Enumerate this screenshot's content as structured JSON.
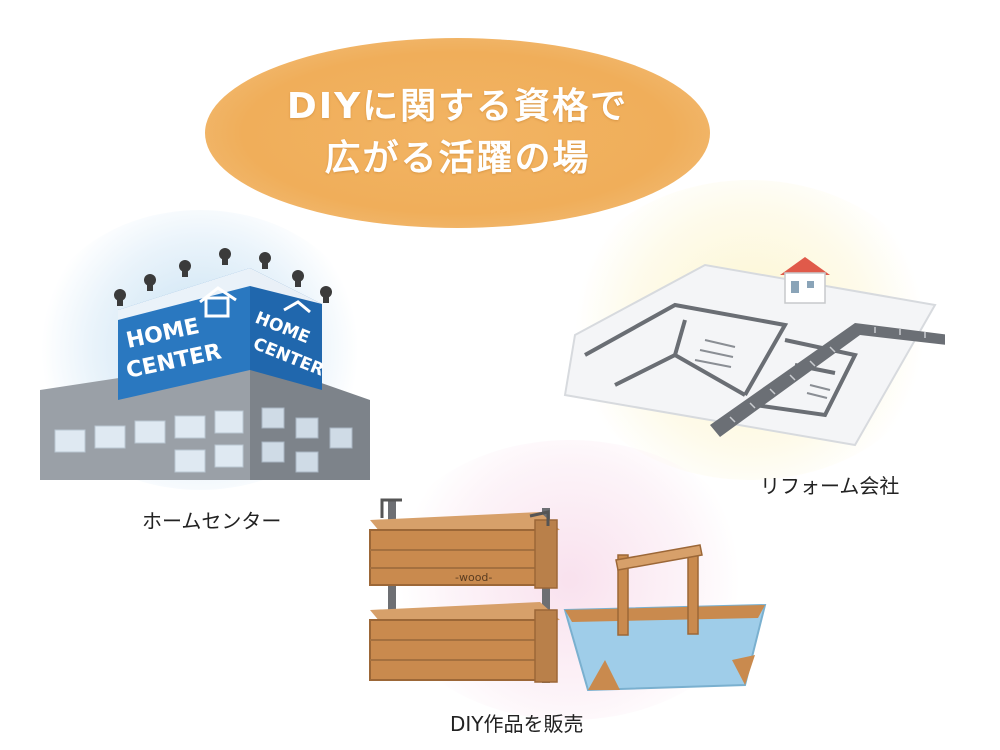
{
  "title": {
    "line1": "DIYに関する資格で",
    "line2": "広がる活躍の場"
  },
  "items": [
    {
      "id": "home-center",
      "caption": "ホームセンター",
      "signs": [
        "HOME",
        "CENTER"
      ]
    },
    {
      "id": "reform",
      "caption": "リフォーム会社"
    },
    {
      "id": "diy-sales",
      "caption": "DIY作品を販売",
      "crate_label": "-wood-"
    }
  ],
  "colors": {
    "title_oval": "#f0ae5a",
    "sign_blue": "#2a78c0",
    "building_gray": "#8e939a",
    "house_roof": "#e05a4a",
    "wood": "#c98a4e",
    "basket_blue": "#9fcde9"
  }
}
